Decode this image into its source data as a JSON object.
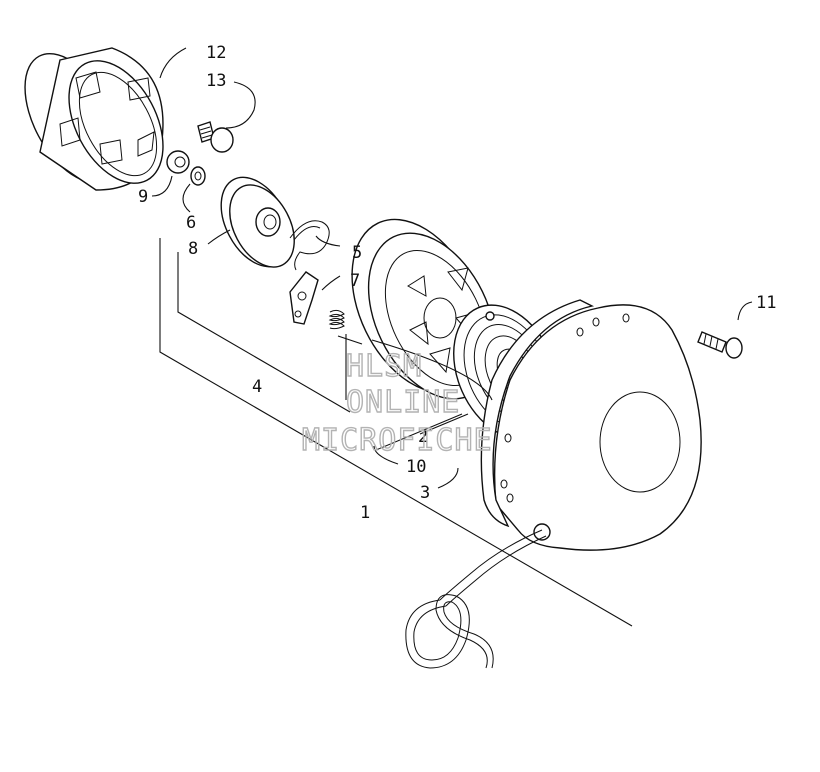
{
  "callouts": {
    "c1": "1",
    "c2": "2",
    "c3": "3",
    "c4": "4",
    "c5": "5",
    "c6": "6",
    "c7": "7",
    "c8": "8",
    "c9": "9",
    "c10": "10",
    "c11": "11",
    "c12": "12",
    "c13": "13"
  },
  "watermark": {
    "line1": "HLSM",
    "line2": "ONLINE",
    "line3": "MICROFICHE"
  },
  "colors": {
    "ink": "#111111",
    "watermark": "#b3b3b3",
    "background": "#ffffff"
  }
}
